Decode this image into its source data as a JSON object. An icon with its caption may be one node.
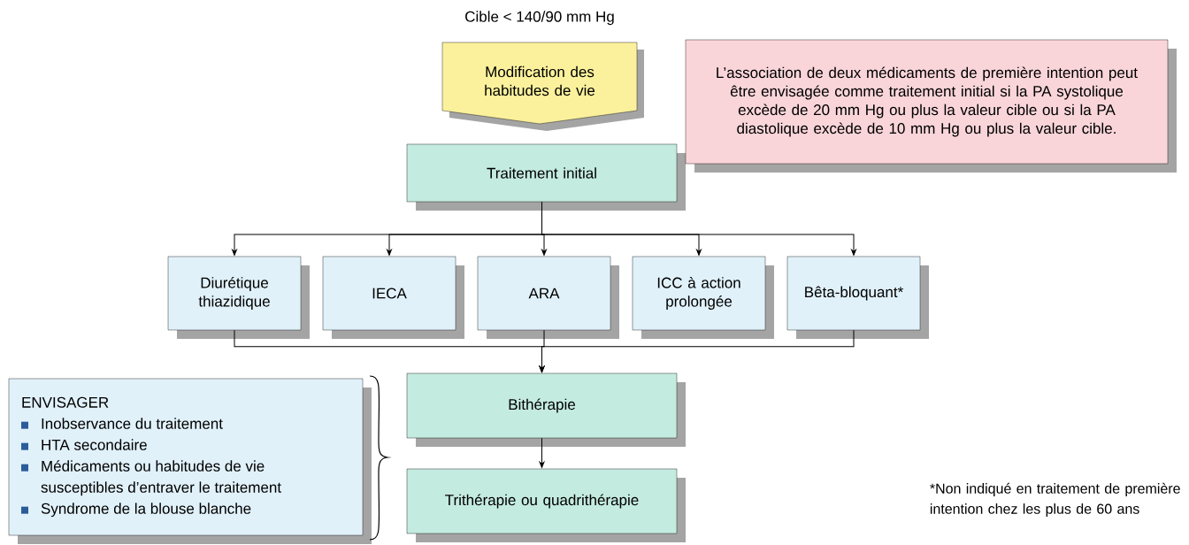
{
  "diagram": {
    "nodes": [
      {
        "text": [
          "Modification des habitudes de vie"
        ],
        "beside": [
          "Cible < 140/90 mm Hg"
        ]
      },
      {
        "text": [
          "Traitement initial"
        ]
      },
      {
        "text": [
          "Diurétique thiazidique"
        ]
      },
      {
        "text": [
          "IECA"
        ]
      },
      {
        "text": [
          "ARA"
        ]
      },
      {
        "text": [
          "ICC à action prolongée"
        ]
      },
      {
        "text": [
          "Bêta-bloquant*"
        ]
      },
      {
        "text": [
          "Bithérapie"
        ]
      },
      {
        "text": [
          "Trithérapie ou quadrithérapie"
        ]
      },
      {
        "text": [
          "L’association de deux médicaments de première intention peut être envisagée comme traitement initial si la PA systolique excède de 20 mm Hg ou plus la valeur cible ou si la PA diastolique excède de 10 mm Hg ou plus la valeur cible."
        ]
      },
      {
        "text": [
          "ENVISAGER",
          "Inobservance du traitement",
          "HTA secondaire",
          "Médicaments ou habitudes de vie susceptibles d’entraver le traitement",
          "Syndrome de la blouse blanche"
        ]
      }
    ],
    "edges": [
      {
        "from": 1,
        "to": 2,
        "arrow": "to"
      },
      {
        "from": 1,
        "to": 3,
        "arrow": "to"
      },
      {
        "from": 1,
        "to": 4,
        "arrow": "to"
      },
      {
        "from": 1,
        "to": 5,
        "arrow": "to"
      },
      {
        "from": 1,
        "to": 6,
        "arrow": "to"
      },
      {
        "from": 2,
        "to": 7,
        "arrow": "to"
      },
      {
        "from": 4,
        "to": 7,
        "arrow": "to"
      },
      {
        "from": 6,
        "to": 7,
        "arrow": "to"
      },
      {
        "from": 7,
        "to": 8,
        "arrow": "to"
      }
    ],
    "labels": [
      "*Non indiqué en traitement de première intention chez les plus de 60 ans"
    ]
  }
}
